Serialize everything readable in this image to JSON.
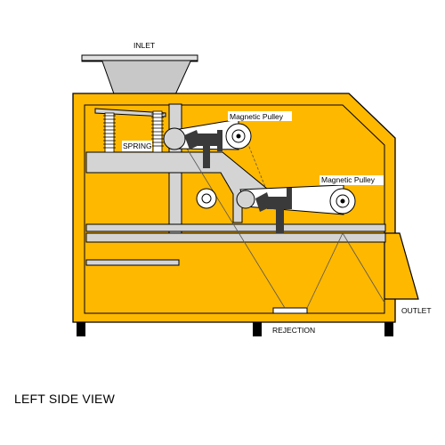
{
  "labels": {
    "inlet": "INLET",
    "spring": "SPRING",
    "pulley_upper": "Magnetic Pulley",
    "pulley_lower": "Magnetic Pulley",
    "outlet": "OUTLET",
    "rejection": "REJECTION"
  },
  "caption": "LEFT SIDE VIEW",
  "colors": {
    "frame": "#FFB800",
    "panel_grey": "#D4D4D4",
    "outline": "#000000",
    "dark_part": "#3a3a3a"
  }
}
